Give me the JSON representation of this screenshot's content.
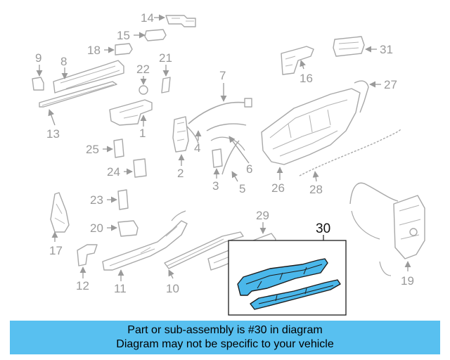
{
  "callouts": {
    "c1": "1",
    "c2": "2",
    "c3": "3",
    "c4": "4",
    "c5": "5",
    "c6": "6",
    "c7": "7",
    "c8": "8",
    "c9": "9",
    "c10": "10",
    "c11": "11",
    "c12": "12",
    "c13": "13",
    "c14": "14",
    "c15": "15",
    "c16": "16",
    "c17": "17",
    "c18": "18",
    "c19": "19",
    "c20": "20",
    "c21": "21",
    "c22": "22",
    "c23": "23",
    "c24": "24",
    "c25": "25",
    "c26": "26",
    "c27": "27",
    "c28": "28",
    "c29": "29",
    "c30": "30",
    "c31": "31"
  },
  "highlight": {
    "color": "#4ab7ea"
  },
  "banner": {
    "line1": "Part or sub-assembly is #30 in diagram",
    "line2": "Diagram may not be specific to your vehicle",
    "color": "#58c0f0"
  }
}
